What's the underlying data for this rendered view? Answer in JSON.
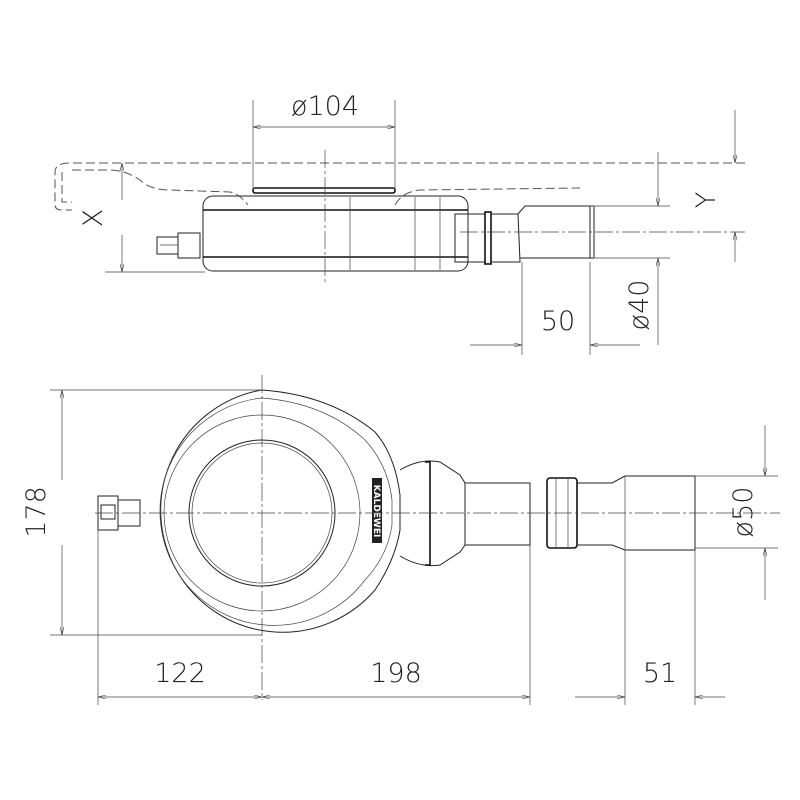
{
  "diagram": {
    "brand": "KALDEWEI",
    "side_view": {
      "diameter_label": "ø104",
      "x_label": "X",
      "y_label": "Y",
      "length_label": "50",
      "outlet_diameter_label": "ø40"
    },
    "top_view": {
      "height_label": "178",
      "left_label": "122",
      "right_label": "198",
      "extension_label": "51",
      "pipe_diameter_label": "ø50"
    }
  }
}
